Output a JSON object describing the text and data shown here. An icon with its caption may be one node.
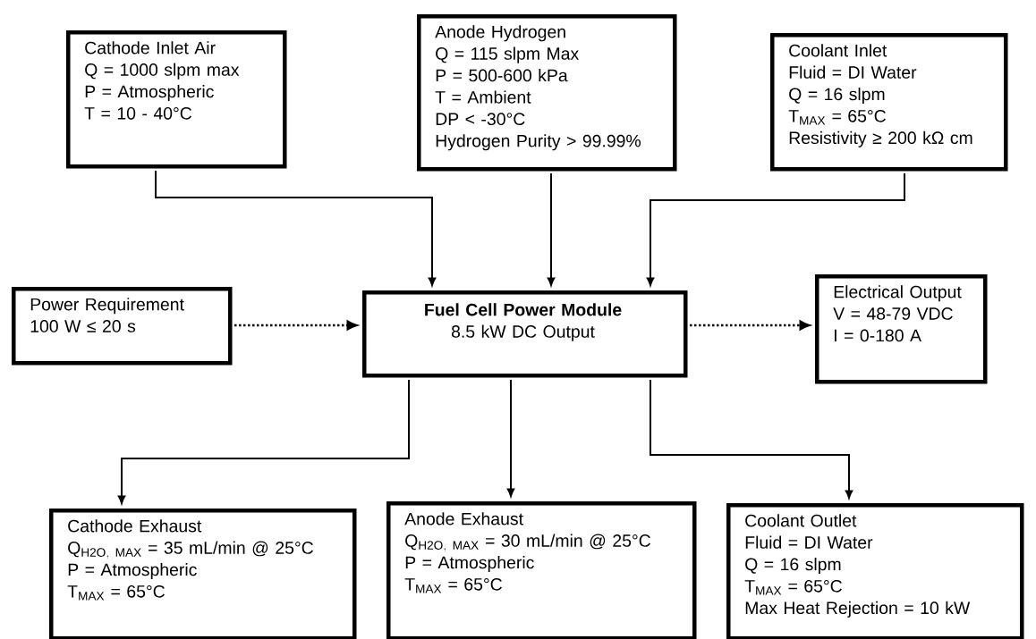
{
  "diagram": {
    "nodes": [
      {
        "text": [
          "Cathode Inlet Air",
          "Q = 1000 slpm max",
          "P = Atmospheric",
          "T = 10 - 40°C"
        ]
      },
      {
        "text": [
          "Anode Hydrogen",
          "Q = 115 slpm Max",
          "P = 500-600  kPa",
          "T = Ambient",
          "DP < -30°C",
          "Hydrogen Purity > 99.99%"
        ]
      },
      {
        "text": [
          "Coolant Inlet",
          "Fluid = DI Water",
          "Q = 16 slpm",
          "T$_{MAX}$ = 65°C",
          "Resistivity ≥ 200 kΩ cm"
        ]
      },
      {
        "text": [
          "Power Requirement",
          "100 W ≤ 20 s"
        ]
      },
      {
        "text": [
          "Fuel Cell Power Module",
          "8.5 kW DC Output"
        ]
      },
      {
        "text": [
          "Electrical Output",
          "V = 48-79 VDC",
          "I = 0-180 A"
        ]
      },
      {
        "text": [
          "Cathode Exhaust",
          "\\mathrm{Q}_{\\mathrm{H2O,\\ MAX}}\\mbox{ = 35 mL/min @ 25°C}",
          "P = Atmospheric",
          "T$_{MAX}$ = 65°C"
        ]
      },
      {
        "text": [
          "Anode Exhaust",
          "\\mathrm{Q}_{\\mathrm{H2O,\\ MAX}}\\mbox{ = 30 mL/min @ 25°C}",
          "P = Atmospheric",
          "T$_{MAX}$ = 65°C"
        ]
      },
      {
        "text": [
          "Coolant Outlet",
          "Fluid = DI Water",
          "Q = 16 slpm",
          "T$_{MAX}$ = 65°C",
          "Max Heat Rejection = 10 kW"
        ]
      }
    ],
    "edges": [
      {
        "from": 0,
        "to": 4,
        "arrow": "to"
      },
      {
        "from": 1,
        "to": 4,
        "arrow": "to"
      },
      {
        "from": 2,
        "to": 4,
        "arrow": "to"
      },
      {
        "from": 3,
        "to": 4,
        "arrow": "to",
        "style": "dashed"
      },
      {
        "from": 4,
        "to": 5,
        "arrow": "to",
        "style": "dashed"
      },
      {
        "from": 4,
        "to": 6,
        "arrow": "to"
      },
      {
        "from": 4,
        "to": 7,
        "arrow": "to"
      },
      {
        "from": 4,
        "to": 8,
        "arrow": "to"
      }
    ]
  }
}
